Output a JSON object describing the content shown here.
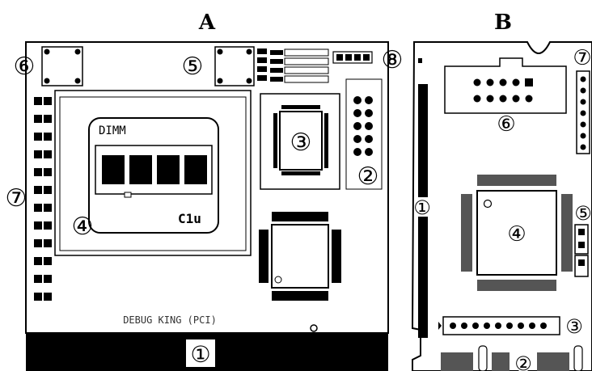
{
  "panel_a": {
    "title": "A",
    "dimm_label": "DIMM",
    "clu_label": "C1u",
    "board_label": "DEBUG KING (PCI)",
    "markers": {
      "m1": "①",
      "m2": "②",
      "m3": "③",
      "m4": "④",
      "m5": "⑤",
      "m6": "⑥",
      "m7": "⑦",
      "m8": "⑧"
    }
  },
  "panel_b": {
    "title": "B",
    "markers": {
      "m1": "①",
      "m2": "②",
      "m3": "③",
      "m4": "④",
      "m5": "⑤",
      "m6": "⑥",
      "m7": "⑦"
    }
  }
}
